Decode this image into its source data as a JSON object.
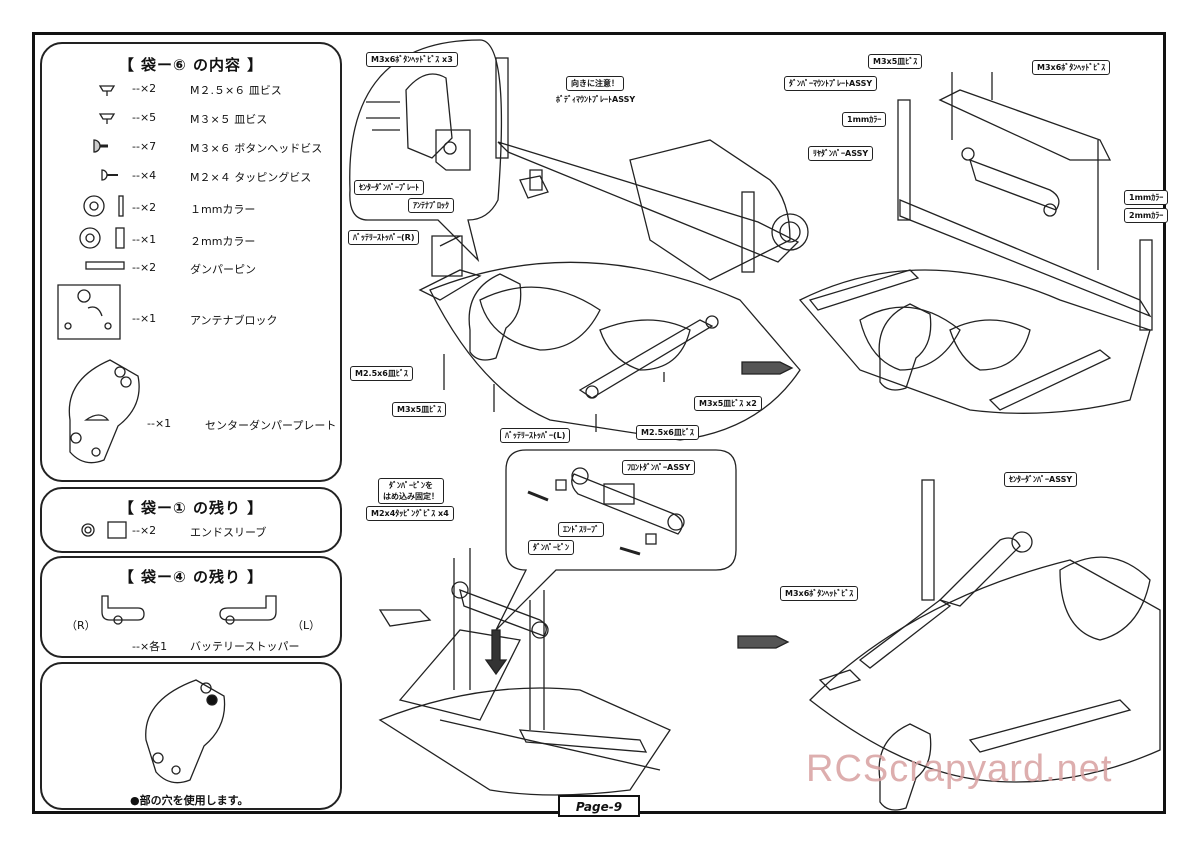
{
  "bag6": {
    "title": "【 袋ー⑥ の内容 】",
    "items": [
      {
        "qty": "--×2",
        "name": "M２.５×６ 皿ビス"
      },
      {
        "qty": "--×5",
        "name": "M３×５ 皿ビス"
      },
      {
        "qty": "--×7",
        "name": "M３×６ ボタンヘッドビス"
      },
      {
        "qty": "--×4",
        "name": "M２×４ タッピングビス"
      },
      {
        "qty": "--×2",
        "name": "１mmカラー"
      },
      {
        "qty": "--×1",
        "name": "２mmカラー"
      },
      {
        "qty": "--×2",
        "name": "ダンパーピン"
      },
      {
        "qty": "--×1",
        "name": "アンテナブロック"
      },
      {
        "qty": "--×1",
        "name": "センターダンパープレート"
      }
    ]
  },
  "bag1": {
    "title": "【 袋ー① の残り 】",
    "qty": "--×2",
    "name": "エンドスリーブ"
  },
  "bag4": {
    "title": "【 袋ー④ の残り 】",
    "left": "（R）",
    "right": "（L）",
    "qty": "--×各1",
    "name": "バッテリーストッパー"
  },
  "note": {
    "text": "●部の穴を使用します。"
  },
  "labels": {
    "m3x6_x3": "M3x6ﾎﾞﾀﾝﾍｯﾄﾞﾋﾞｽ x3",
    "center_plate": "ｾﾝﾀｰﾀﾞﾝﾊﾟｰﾌﾟﾚｰﾄ",
    "antenna_block": "ｱﾝﾃﾅﾌﾞﾛｯｸ",
    "battery_r": "ﾊﾞｯﾃﾘｰｽﾄｯﾊﾟｰ(R)",
    "direction_note": "向きに注意！",
    "body_mount": "ﾎﾞﾃﾞｨﾏｳﾝﾄﾌﾟﾚｰﾄASSY",
    "m25x6_a": "M2.5x6皿ﾋﾞｽ",
    "m3x5_a": "M3x5皿ﾋﾞｽ",
    "m3x5_x2": "M3x5皿ﾋﾞｽ x2",
    "battery_l": "ﾊﾞｯﾃﾘｰｽﾄｯﾊﾟｰ(L)",
    "m25x6_b": "M2.5x6皿ﾋﾞｽ",
    "m3x5_b": "M3x5皿ﾋﾞｽ",
    "m3x6_b": "M3x6ﾎﾞﾀﾝﾍｯﾄﾞﾋﾞｽ",
    "damper_mount": "ﾀﾞﾝﾊﾟｰﾏｳﾝﾄﾌﾟﾚｰﾄASSY",
    "collar1_a": "1mmｶﾗｰ",
    "rear_damper": "ﾘﾔﾀﾞﾝﾊﾟｰASSY",
    "collar1_b": "1mmｶﾗｰ",
    "collar2": "2mmｶﾗｰ",
    "pin_note": "ﾀﾞﾝﾊﾟｰﾋﾟﾝを\nはめ込み固定！",
    "m2x4_x4": "M2x4ﾀｯﾋﾟﾝｸﾞﾋﾞｽ x4",
    "front_damper": "ﾌﾛﾝﾄﾀﾞﾝﾊﾟｰASSY",
    "end_sleeve": "ｴﾝﾄﾞｽﾘｰﾌﾞ",
    "damper_pin": "ﾀﾞﾝﾊﾟｰﾋﾟﾝ",
    "center_damper": "ｾﾝﾀｰﾀﾞﾝﾊﾟｰASSY",
    "m3x6_c": "M3x6ﾎﾞﾀﾝﾍｯﾄﾞﾋﾞｽ"
  },
  "page": {
    "label": "Page-9"
  },
  "watermark": {
    "text": "RCScrapyard.net"
  }
}
